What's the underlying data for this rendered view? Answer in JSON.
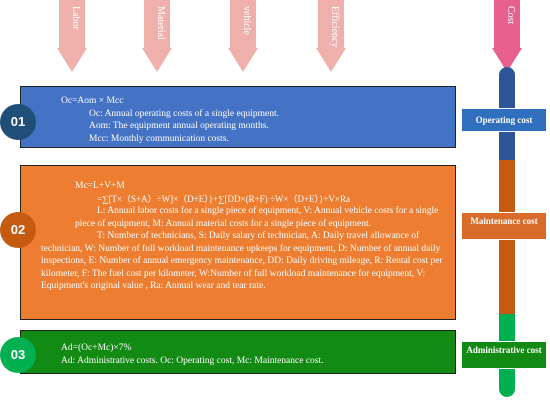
{
  "header": {
    "columns": [
      "Labor",
      "Material",
      "vehicle",
      "Efficiency"
    ],
    "cost_label": "Cost"
  },
  "sections": [
    {
      "number": "01",
      "color": "#4472c4",
      "formula": "Oc=Aom × Mcc",
      "lines": [
        "Oc: Annual operating costs of a single equipment.",
        "Aom: The equipment annual operating months.",
        "Mcc: Monthly communication costs."
      ],
      "tag": "Operating cost"
    },
    {
      "number": "02",
      "color": "#ed7d31",
      "formula": "Mc=L+V+M",
      "formula2": "=∑[T×（S+A）÷W]×（D+E）}+∑[DD×(R+F) ÷W×（D+E）}+V×Ra",
      "para1": "L: Annual labor costs for a single piece of equipment, V: Annual vehicle costs for a single piece of equipment, M: Annual material costs for a single piece of equipment.",
      "para2": "T: Number of technicians, S: Daily salary of technician, A: Daily travel allowance of technician, W: Number of full workload maintenance upkeeps for equipment, D: Number of annual daily inspections, E: Number of annual emergency maintenance, DD: Daily driving mileage, R: Rental cost per kilometer, F: The fuel cost per kilometer, W:Number of full workload maintenance for equipment, V: Equipment's original value , Ra: Annual wear and tear rate.",
      "tag": "Maintenance cost"
    },
    {
      "number": "03",
      "color": "#138a13",
      "formula": "Ad=(Oc+Mc)×7%",
      "line": "Ad: Administrative costs. Oc: Operating cost, Mc: Maintenance cost.",
      "tag": "Administrative cost"
    }
  ],
  "colors": {
    "arrow": "#efb0ac",
    "blue": "#2e5597",
    "orange": "#c55a11",
    "green": "#00b050",
    "circle_blue": "#1f4e79",
    "circle_orange": "#c55a11",
    "circle_green": "#00b050"
  }
}
